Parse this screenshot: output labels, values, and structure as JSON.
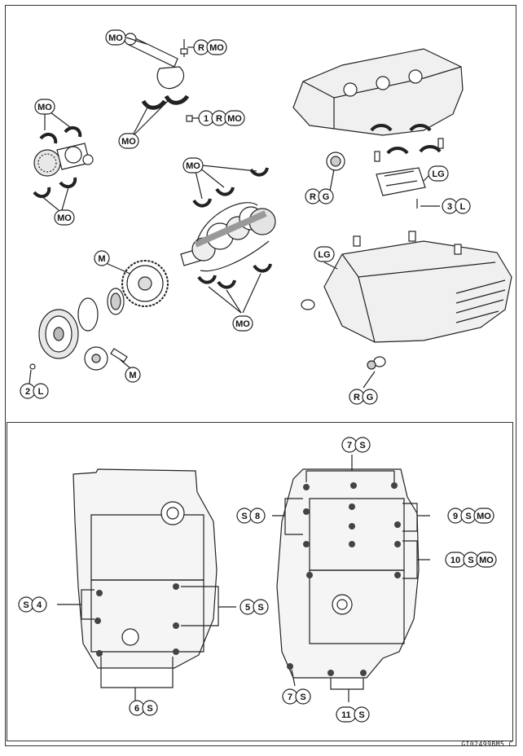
{
  "labels": {
    "mo": "MO",
    "r": "R",
    "l": "L",
    "g": "G",
    "lg": "LG",
    "m": "M",
    "s": "S",
    "n1": "1",
    "n2": "2",
    "n3": "3",
    "n4": "4",
    "n5": "5",
    "n6": "6",
    "n7": "7",
    "n8": "8",
    "n9": "9",
    "n10": "10",
    "n11": "11"
  },
  "drawing_code": "GI02499BM5 C",
  "colors": {
    "line": "#222222",
    "fill": "#ffffff",
    "shade": "#d8d8d8"
  }
}
